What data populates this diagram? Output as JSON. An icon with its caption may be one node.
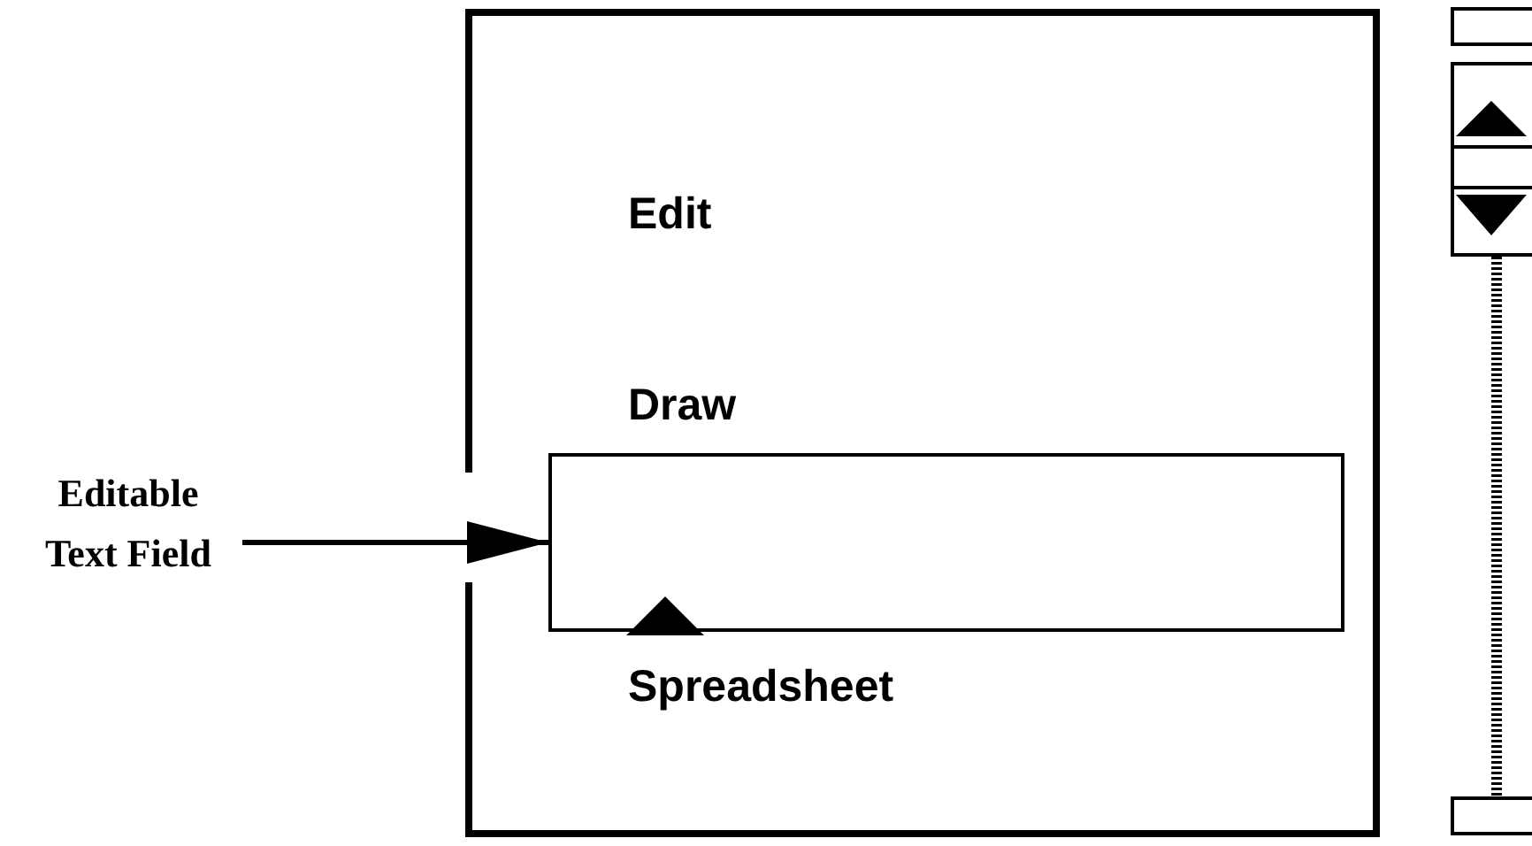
{
  "diagram": {
    "nodes": [
      {
        "text": [
          "Editable Text Field"
        ]
      },
      {
        "text": [
          "Edit",
          "Draw",
          "Spreadsheet"
        ]
      },
      {
        "text": [],
        "shape": "box",
        "in": 1
      }
    ],
    "edges": [
      {
        "from": 0,
        "to": 2,
        "arrow": "to"
      }
    ]
  }
}
